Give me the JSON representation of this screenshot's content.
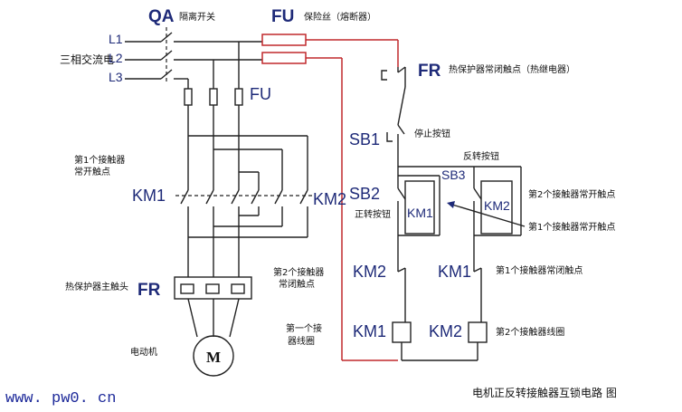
{
  "labels": {
    "qa": "QA",
    "qa_desc": "隔离开关",
    "fu_top": "FU",
    "fu_top_desc": "保险丝（熔断器）",
    "three_phase": "三相交流电",
    "l1": "L1",
    "l2": "L2",
    "l3": "L3",
    "fu_main": "FU",
    "km1_main_desc_1": "第1个接触器",
    "km1_main_desc_2": "常开触点",
    "km1_main": "KM1",
    "km2_main": "KM2",
    "fr_main": "FR",
    "fr_main_desc": "热保护器主触头",
    "motor_desc": "电动机",
    "motor_symbol": "M",
    "fr_ctrl": "FR",
    "fr_ctrl_desc": "热保护器常闭触点（热继电器）",
    "sb1": "SB1",
    "sb1_desc": "停止按钮",
    "reverse_btn": "反转按钮",
    "sb3": "SB3",
    "sb2": "SB2",
    "forward_btn": "正转按钮",
    "km1_hold": "KM1",
    "km2_hold": "KM2",
    "km2_no_desc": "第2个接触器常开触点",
    "km1_no_desc": "第1个接触器常开触点",
    "km2_nc": "KM2",
    "km2_nc_desc_1": "第2个接触器",
    "km2_nc_desc_2": "常闭触点",
    "km1_nc": "KM1",
    "km1_nc_desc": "第1个接触器常闭触点",
    "km1_coil": "KM1",
    "km1_coil_desc_1": "第一个接",
    "km1_coil_desc_2": "器线圈",
    "km2_coil": "KM2",
    "km2_coil_desc": "第2个接触器线圈",
    "website": "www. pw0. cn",
    "caption": "电机正反转接触器互锁电路 图"
  }
}
